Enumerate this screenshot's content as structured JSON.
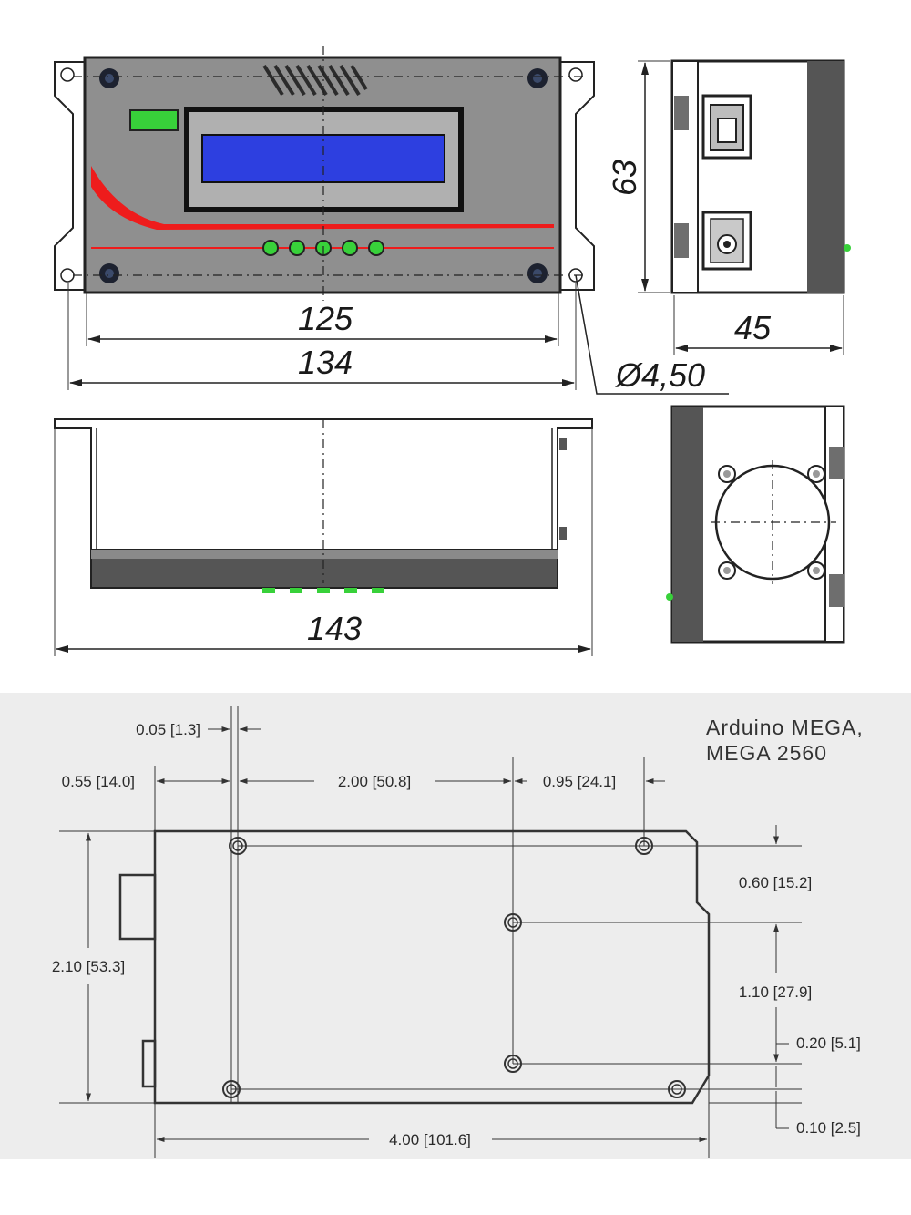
{
  "colors": {
    "housing": "#8f8f8f",
    "housing_dark": "#555555",
    "lcd_bezel": "#b0b0b0",
    "lcd_screen": "#2d3fe0",
    "led_green": "#38d13a",
    "accent_red": "#ee1c1c",
    "panel_bg": "#ededed"
  },
  "enclosure": {
    "dims": {
      "inner_width": "125",
      "outer_width": "134",
      "height": "63",
      "depth": "45",
      "hole_diameter": "Ø4,50",
      "bottom_width": "143"
    }
  },
  "arduino": {
    "title_line1": "Arduino MEGA,",
    "title_line2": "MEGA 2560",
    "dims": {
      "d_005": "0.05 [1.3]",
      "d_055": "0.55 [14.0]",
      "d_200": "2.00 [50.8]",
      "d_095": "0.95 [24.1]",
      "d_210": "2.10 [53.3]",
      "d_060": "0.60 [15.2]",
      "d_110": "1.10 [27.9]",
      "d_020": "0.20 [5.1]",
      "d_010": "0.10 [2.5]",
      "d_400": "4.00 [101.6]"
    }
  }
}
